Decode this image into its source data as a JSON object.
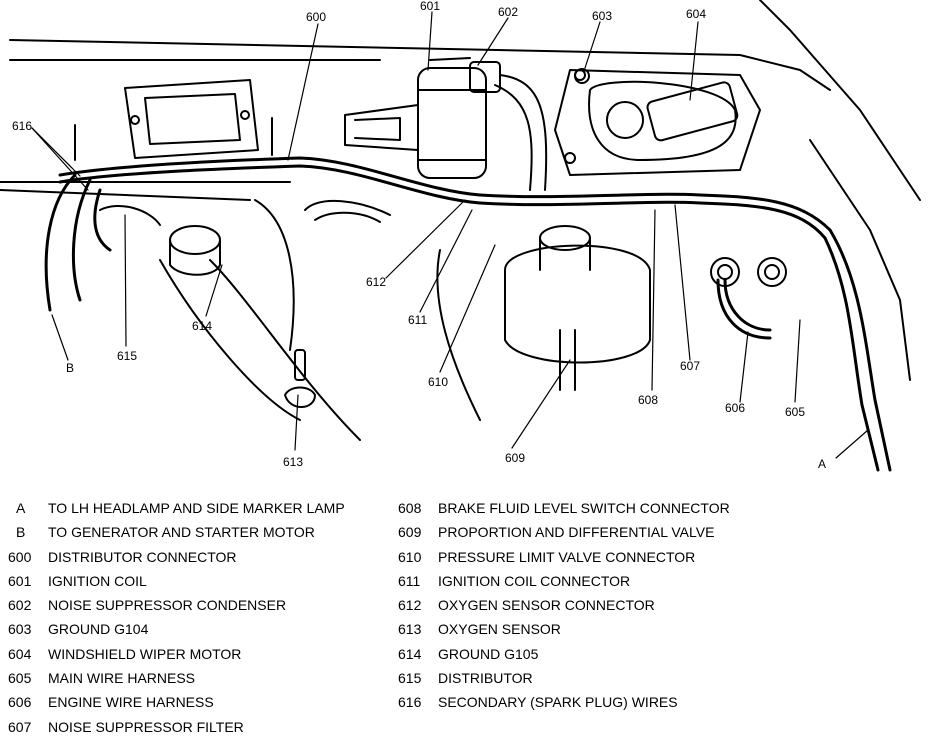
{
  "callouts": {
    "c600": "600",
    "c601": "601",
    "c602": "602",
    "c603": "603",
    "c604": "604",
    "c605": "605",
    "c606": "606",
    "c607": "607",
    "c608": "608",
    "c609": "609",
    "c610": "610",
    "c611": "611",
    "c612": "612",
    "c613": "613",
    "c614": "614",
    "c615": "615",
    "c616": "616",
    "cA": "A",
    "cB": "B"
  },
  "legend": {
    "left": [
      {
        "key": "A",
        "text": "TO LH HEADLAMP AND SIDE MARKER LAMP"
      },
      {
        "key": "B",
        "text": "TO GENERATOR AND STARTER MOTOR"
      },
      {
        "key": "600",
        "text": "DISTRIBUTOR CONNECTOR"
      },
      {
        "key": "601",
        "text": "IGNITION COIL"
      },
      {
        "key": "602",
        "text": "NOISE SUPPRESSOR CONDENSER"
      },
      {
        "key": "603",
        "text": "GROUND G104"
      },
      {
        "key": "604",
        "text": "WINDSHIELD WIPER MOTOR"
      },
      {
        "key": "605",
        "text": "MAIN WIRE HARNESS"
      },
      {
        "key": "606",
        "text": "ENGINE WIRE HARNESS"
      },
      {
        "key": "607",
        "text": "NOISE SUPPRESSOR FILTER"
      }
    ],
    "right": [
      {
        "key": "608",
        "text": "BRAKE FLUID LEVEL SWITCH CONNECTOR"
      },
      {
        "key": "609",
        "text": "PROPORTION AND DIFFERENTIAL VALVE"
      },
      {
        "key": "610",
        "text": "PRESSURE LIMIT VALVE CONNECTOR"
      },
      {
        "key": "611",
        "text": "IGNITION COIL CONNECTOR"
      },
      {
        "key": "612",
        "text": "OXYGEN SENSOR CONNECTOR"
      },
      {
        "key": "613",
        "text": "OXYGEN SENSOR"
      },
      {
        "key": "614",
        "text": "GROUND G105"
      },
      {
        "key": "615",
        "text": "DISTRIBUTOR"
      },
      {
        "key": "616",
        "text": "SECONDARY (SPARK PLUG) WIRES"
      }
    ]
  }
}
